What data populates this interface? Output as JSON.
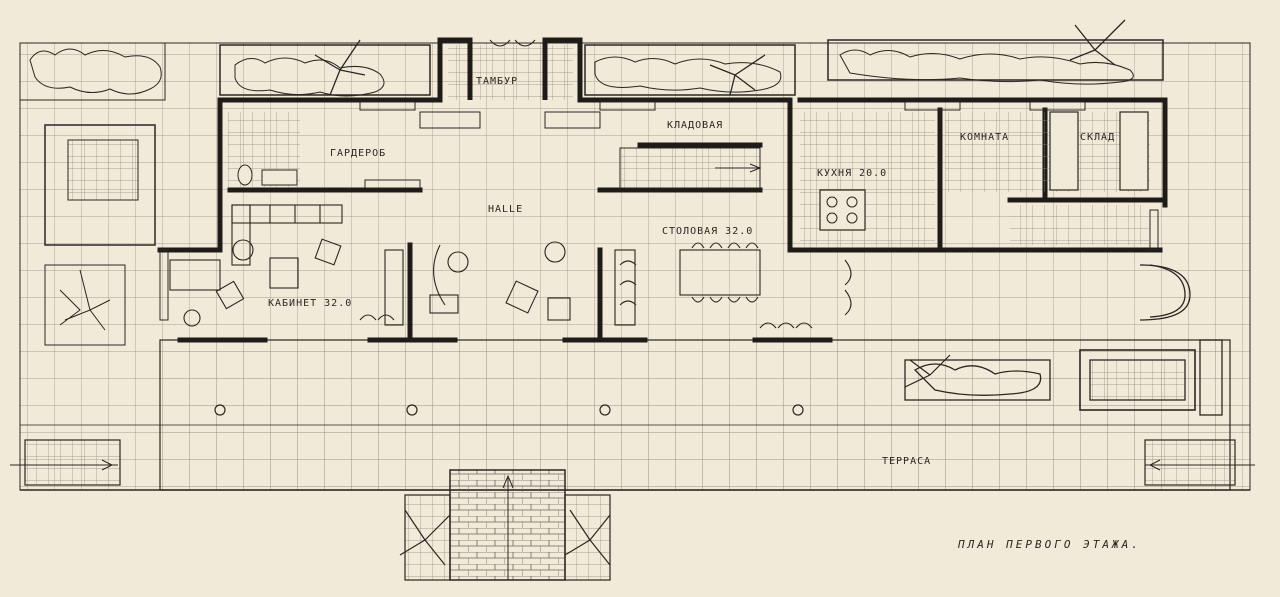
{
  "colors": {
    "paper": "#f1ead9",
    "ink": "#2a2622",
    "grid": "#8f887c"
  },
  "rooms": {
    "tambur": "тамбур",
    "kladovaya": "кладовая",
    "garderob": "гардероб",
    "kukhnya": "кухня 20.0",
    "room_mid": "комната",
    "room_right": "склад",
    "halle": "halle",
    "stolovaya": "столовая 32.0",
    "kabinet": "кабинет 32.0",
    "terrasa": "терраса"
  },
  "plan_title": "план первого этажа."
}
